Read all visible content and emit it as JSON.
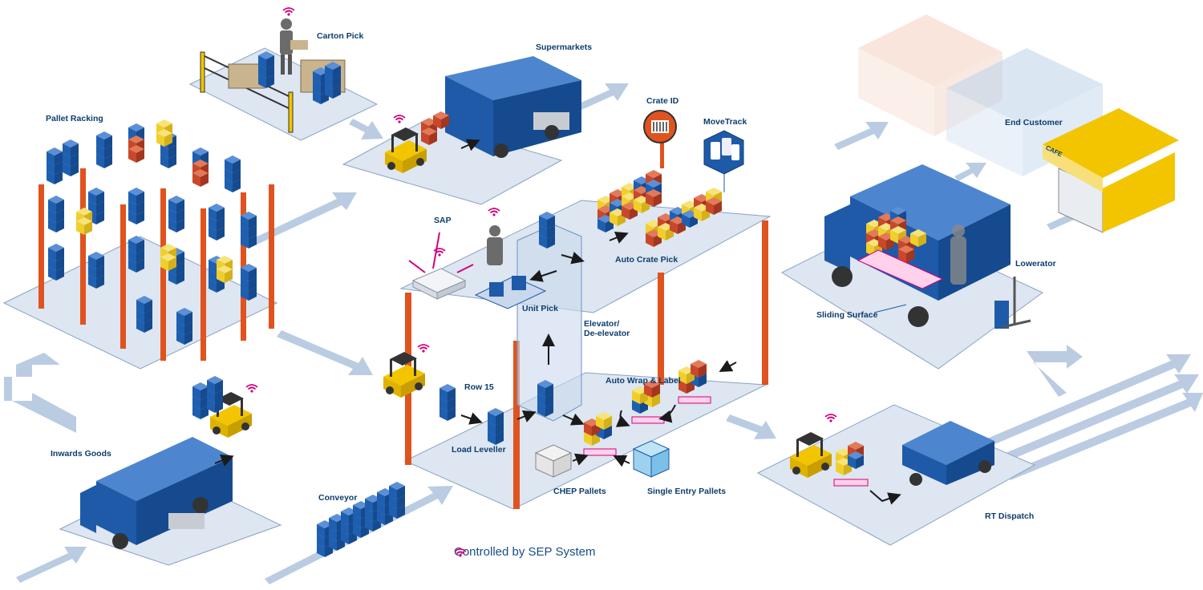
{
  "labels": {
    "carton_pick": "Carton Pick",
    "supermarkets": "Supermarkets",
    "pallet_racking": "Pallet Racking",
    "crate_id": "Crate ID",
    "movetrack": "MoveTrack",
    "end_customer": "End Customer",
    "sap": "SAP",
    "auto_crate_pick": "Auto Crate Pick",
    "unit_pick": "Unit Pick",
    "elevator": "Elevator/\nDe-elevator",
    "row_15": "Row 15",
    "auto_wrap_label": "Auto Wrap & Label",
    "load_leveller": "Load Leveller",
    "inwards_goods": "Inwards Goods",
    "conveyor": "Conveyor",
    "chep_pallets": "CHEP Pallets",
    "single_entry_pallets": "Single Entry Pallets",
    "lowerator": "Lowerator",
    "sliding_surface": "Sliding Surface",
    "rt_dispatch": "RT Dispatch",
    "cafe_sign": "CAFE"
  },
  "legend": {
    "text": "Controlled by SEP System",
    "icon": "wifi-icon"
  },
  "colors": {
    "platform": "#dde6f1",
    "platform_edge": "#8aa3c2",
    "flow_arrow": "#b3c6df",
    "truck_blue": "#1e5aa8",
    "forklift_yellow": "#f2c500",
    "rack_orange": "#e0531f",
    "crate_blue": "#1f5fb0",
    "crate_red": "#c9472a",
    "crate_yellow": "#f0cf2c",
    "wifi_magenta": "#d4007a",
    "label_navy": "#0d3d6e"
  }
}
